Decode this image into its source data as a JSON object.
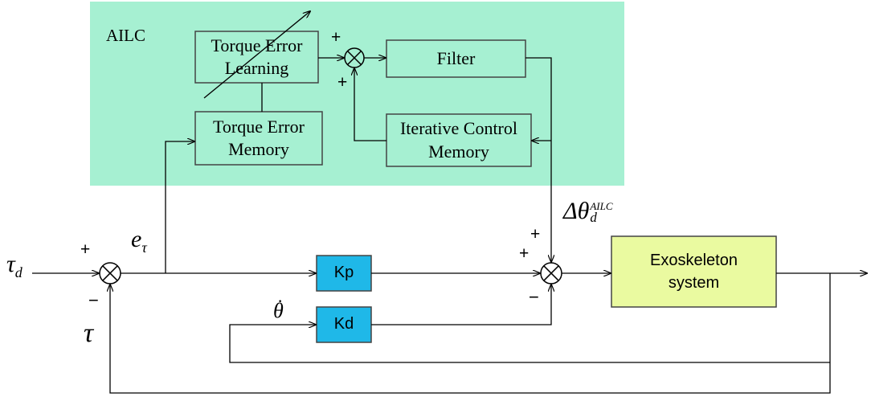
{
  "region": {
    "label": "AILC",
    "fill": "#a6f0d2"
  },
  "blocks": {
    "torque_error_learning": {
      "line1": "Torque Error",
      "line2": "Learning"
    },
    "torque_error_memory": {
      "line1": "Torque Error",
      "line2": "Memory"
    },
    "filter": {
      "label": "Filter"
    },
    "iterative_control_memory": {
      "line1": "Iterative Control",
      "line2": "Memory"
    },
    "kp": {
      "label": "Kp",
      "fill": "#1fb8e8"
    },
    "kd": {
      "label": "Kd",
      "fill": "#1fb8e8"
    },
    "exoskeleton": {
      "line1": "Exoskeleton",
      "line2": "system",
      "fill": "#eafaa0"
    }
  },
  "signals": {
    "tau_d": {
      "base": "τ",
      "sub": "d"
    },
    "e_tau": {
      "base": "e",
      "sub": "τ"
    },
    "tau": "τ",
    "theta_dot": "θ",
    "delta_theta": {
      "base": "Δθ",
      "sub": "d",
      "sup": "AILC"
    }
  },
  "signs": {
    "plus": "+",
    "minus": "−"
  }
}
